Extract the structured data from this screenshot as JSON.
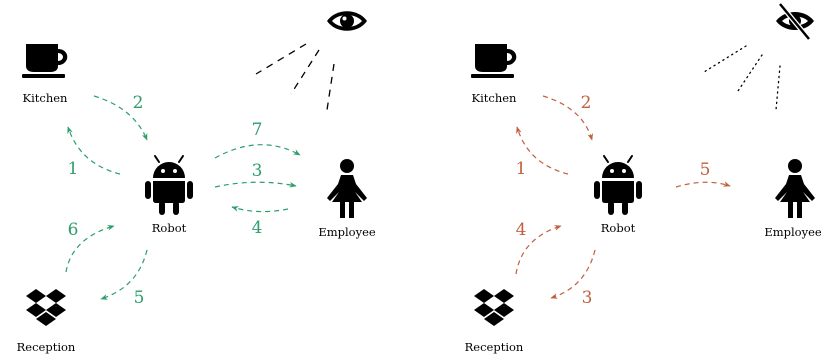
{
  "colors": {
    "observed": "#2e9e6b",
    "unobserved": "#c0603f",
    "icon": "#000000"
  },
  "panels": [
    {
      "observer_icon": "eye-icon",
      "observer_lines": "dashed",
      "labels": {
        "kitchen": "Kitchen",
        "robot": "Robot",
        "employee": "Employee",
        "reception": "Reception"
      },
      "edges": [
        {
          "from": "robot",
          "to": "kitchen",
          "label": "1"
        },
        {
          "from": "kitchen",
          "to": "robot",
          "label": "2"
        },
        {
          "from": "robot",
          "to": "employee",
          "label": "3"
        },
        {
          "from": "employee",
          "to": "robot",
          "label": "4"
        },
        {
          "from": "robot",
          "to": "reception",
          "label": "5"
        },
        {
          "from": "reception",
          "to": "robot",
          "label": "6"
        },
        {
          "from": "robot",
          "to": "employee",
          "label": "7"
        }
      ]
    },
    {
      "observer_icon": "eye-slash-icon",
      "observer_lines": "dotted",
      "labels": {
        "kitchen": "Kitchen",
        "robot": "Robot",
        "employee": "Employee",
        "reception": "Reception"
      },
      "edges": [
        {
          "from": "robot",
          "to": "kitchen",
          "label": "1"
        },
        {
          "from": "kitchen",
          "to": "robot",
          "label": "2"
        },
        {
          "from": "robot",
          "to": "reception",
          "label": "3"
        },
        {
          "from": "reception",
          "to": "robot",
          "label": "4"
        },
        {
          "from": "robot",
          "to": "employee",
          "label": "5"
        }
      ]
    }
  ]
}
